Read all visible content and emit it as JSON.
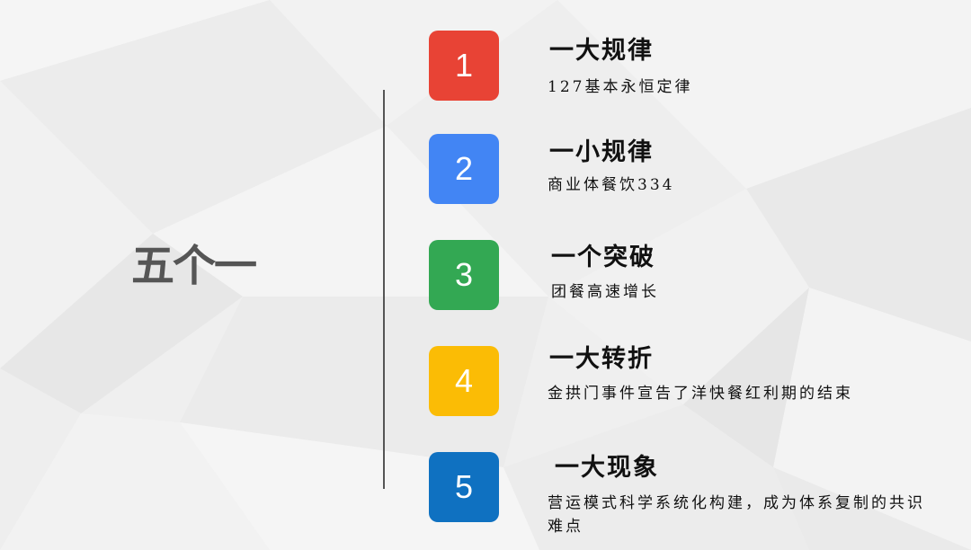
{
  "slide": {
    "title": "五个一",
    "items": [
      {
        "number": "1",
        "title": "一大规律",
        "description": "127基本永恒定律",
        "color": "#e84335"
      },
      {
        "number": "2",
        "title": "一小规律",
        "description": "商业体餐饮334",
        "color": "#4285f4"
      },
      {
        "number": "3",
        "title": "一个突破",
        "description": "团餐高速增长",
        "color": "#33a853"
      },
      {
        "number": "4",
        "title": "一大转折",
        "description": "金拱门事件宣告了洋快餐红利期的结束",
        "color": "#fbbc05"
      },
      {
        "number": "5",
        "title": "一大现象",
        "description": "营运模式科学系统化构建，成为体系复制的共识难点",
        "color": "#0f71c1"
      }
    ]
  }
}
